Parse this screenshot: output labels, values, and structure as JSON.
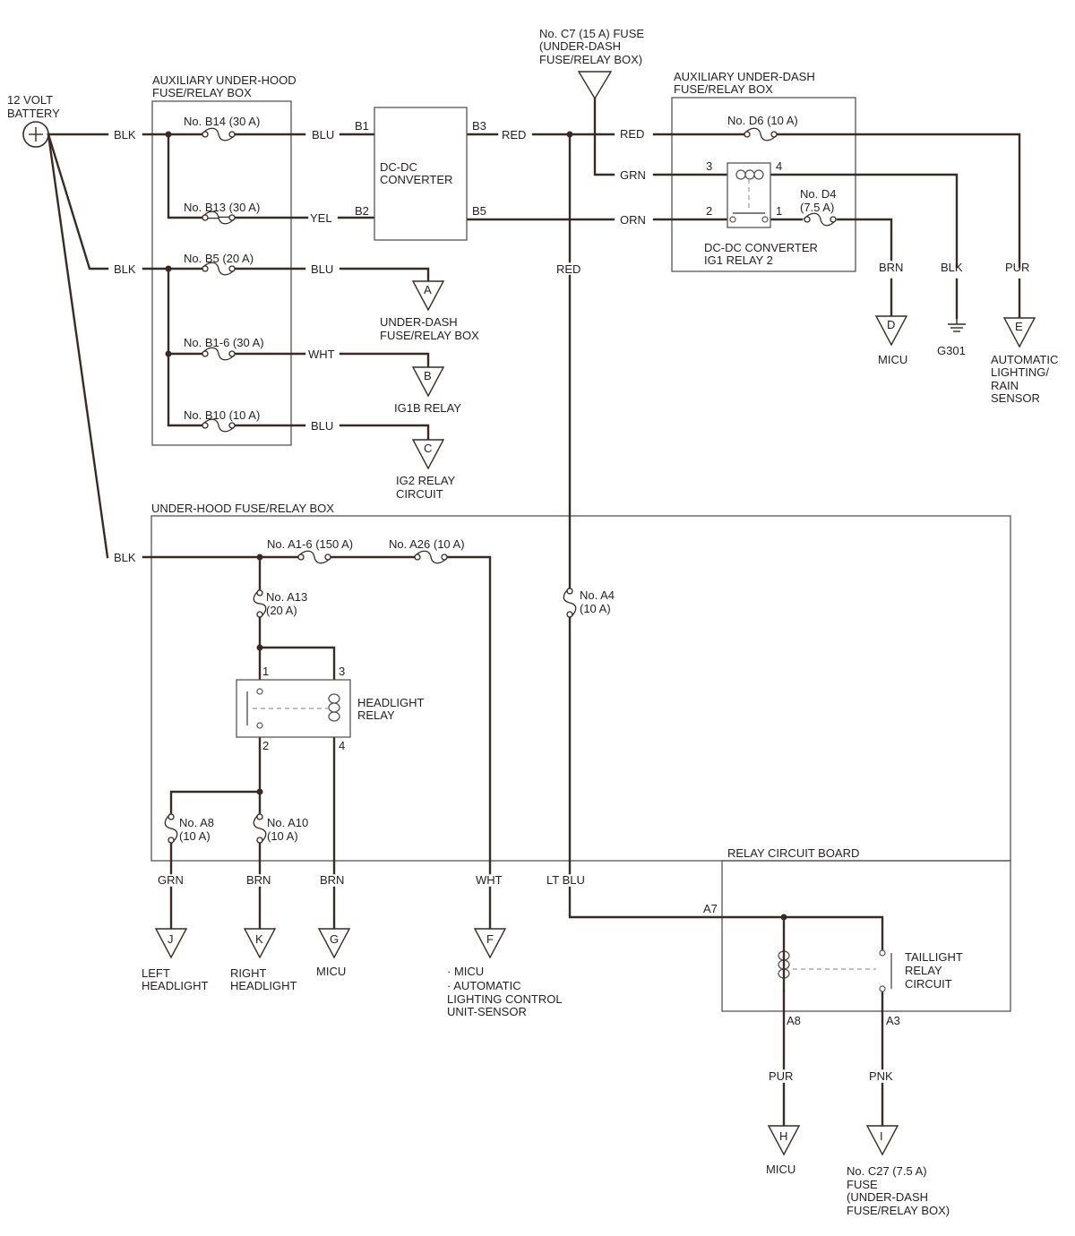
{
  "battery": {
    "label_line1": "12 VOLT",
    "label_line2": "BATTERY"
  },
  "boxes": {
    "aux_under_hood": {
      "title_line1": "AUXILIARY UNDER-HOOD",
      "title_line2": "FUSE/RELAY BOX"
    },
    "aux_under_dash": {
      "title_line1": "AUXILIARY UNDER-DASH",
      "title_line2": "FUSE/RELAY BOX"
    },
    "under_hood": {
      "title": "UNDER-HOOD FUSE/RELAY BOX"
    },
    "relay_circuit_board": {
      "title": "RELAY CIRCUIT BOARD"
    }
  },
  "converter": {
    "label_line1": "DC-DC",
    "label_line2": "CONVERTER",
    "pin_b1": "B1",
    "pin_b2": "B2",
    "pin_b3": "B3",
    "pin_b5": "B5"
  },
  "c7_fuse": {
    "line1": "No. C7 (15 A) FUSE",
    "line2": "(UNDER-DASH",
    "line3": "FUSE/RELAY BOX)"
  },
  "fuses": {
    "b14": "No. B14 (30 A)",
    "b13": "No. B13 (30 A)",
    "b5": "No. B5 (20 A)",
    "b1_6": "No. B1-6 (30 A)",
    "b10": "No. B10 (10 A)",
    "d6": "No. D6 (10 A)",
    "d4_line1": "No. D4",
    "d4_line2": "(7.5 A)",
    "a1_6": "No. A1-6 (150 A)",
    "a26": "No. A26 (10 A)",
    "a13_line1": "No. A13",
    "a13_line2": "(20 A)",
    "a4_line1": "No. A4",
    "a4_line2": "(10 A)",
    "a8_line1": "No. A8",
    "a8_line2": "(10 A)",
    "a10_line1": "No. A10",
    "a10_line2": "(10 A)"
  },
  "wires": {
    "blk_top": "BLK",
    "blk_mid": "BLK",
    "blk_low": "BLK",
    "blu_b14": "BLU",
    "yel_b13": "YEL",
    "blu_b5": "BLU",
    "wht_b1_6": "WHT",
    "blu_b10": "BLU",
    "red_b3": "RED",
    "red_d6": "RED",
    "grn_relay": "GRN",
    "orn_relay": "ORN",
    "red_vertical": "RED",
    "brn_d4": "BRN",
    "blk_g301": "BLK",
    "pur_e": "PUR",
    "grn_j": "GRN",
    "brn_k": "BRN",
    "brn_g": "BRN",
    "wht_f": "WHT",
    "ltblu": "LT BLU",
    "pur_h": "PUR",
    "pnk_i": "PNK"
  },
  "dc_relay": {
    "label_line1": "DC-DC CONVERTER",
    "label_line2": "IG1 RELAY 2",
    "pin3": "3",
    "pin4": "4",
    "pin2": "2",
    "pin1": "1"
  },
  "headlight_relay": {
    "label_line1": "HEADLIGHT",
    "label_line2": "RELAY",
    "pin1": "1",
    "pin3": "3",
    "pin2": "2",
    "pin4": "4"
  },
  "taillight_relay": {
    "label_line1": "TAILLIGHT",
    "label_line2": "RELAY",
    "label_line3": "CIRCUIT",
    "pin_a7": "A7",
    "pin_a8": "A8",
    "pin_a3": "A3"
  },
  "connectors": {
    "a": {
      "letter": "A",
      "desc_line1": "UNDER-DASH",
      "desc_line2": "FUSE/RELAY BOX"
    },
    "b": {
      "letter": "B",
      "desc_line1": "IG1B RELAY"
    },
    "c": {
      "letter": "C",
      "desc_line1": "IG2 RELAY",
      "desc_line2": "CIRCUIT"
    },
    "d": {
      "letter": "D",
      "desc_line1": "MICU"
    },
    "e": {
      "letter": "E",
      "desc_line1": "AUTOMATIC",
      "desc_line2": "LIGHTING/",
      "desc_line3": "RAIN",
      "desc_line4": "SENSOR"
    },
    "j": {
      "letter": "J",
      "desc_line1": "LEFT",
      "desc_line2": "HEADLIGHT"
    },
    "k": {
      "letter": "K",
      "desc_line1": "RIGHT",
      "desc_line2": "HEADLIGHT"
    },
    "g": {
      "letter": "G",
      "desc_line1": "MICU"
    },
    "f": {
      "letter": "F",
      "desc_line1": "· MICU",
      "desc_line2": "· AUTOMATIC",
      "desc_line3": "LIGHTING CONTROL",
      "desc_line4": "UNIT-SENSOR"
    },
    "h": {
      "letter": "H",
      "desc_line1": "MICU"
    },
    "i": {
      "letter": "I",
      "desc_line1": "No. C27 (7.5 A)",
      "desc_line2": "FUSE",
      "desc_line3": "(UNDER-DASH",
      "desc_line4": "FUSE/RELAY BOX)"
    }
  },
  "ground": {
    "label": "G301"
  }
}
